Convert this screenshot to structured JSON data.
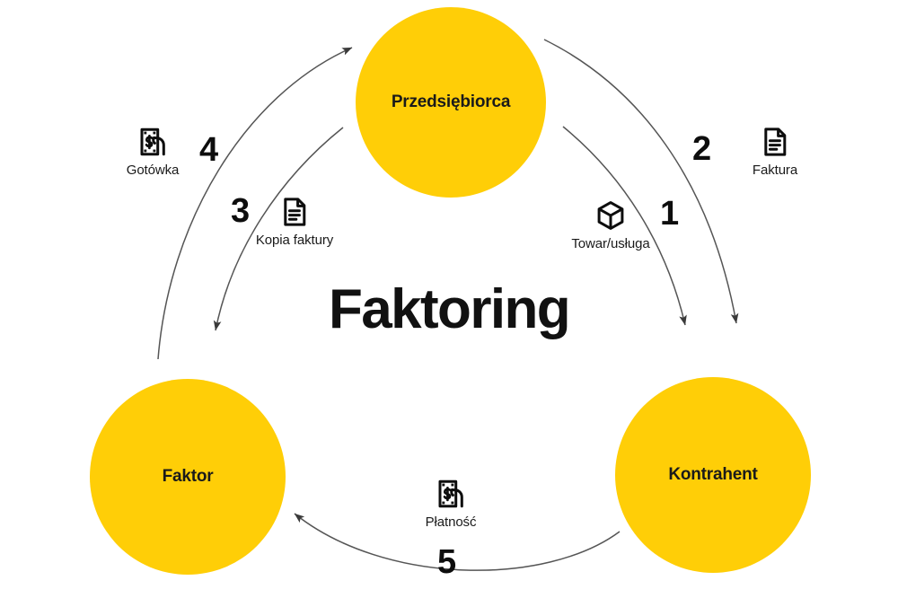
{
  "diagram": {
    "title": "Faktoring",
    "background_color": "#ffffff",
    "accent_color": "#FFCE07",
    "text_color": "#111111",
    "arc_color": "#444444"
  },
  "nodes": [
    {
      "id": "przedsiebiorca",
      "label": "Przedsiębiorca",
      "position": "top"
    },
    {
      "id": "faktor",
      "label": "Faktor",
      "position": "bottom-left"
    },
    {
      "id": "kontrahent",
      "label": "Kontrahent",
      "position": "bottom-right"
    }
  ],
  "steps": [
    {
      "number": "1",
      "caption": "Towar/usługa",
      "icon": "cube-icon",
      "from": "przedsiebiorca",
      "to": "kontrahent"
    },
    {
      "number": "2",
      "caption": "Faktura",
      "icon": "document-icon",
      "from": "przedsiebiorca",
      "to": "kontrahent"
    },
    {
      "number": "3",
      "caption": "Kopia faktury",
      "icon": "document-icon",
      "from": "przedsiebiorca",
      "to": "faktor"
    },
    {
      "number": "4",
      "caption": "Gotówka",
      "icon": "cash-hand-icon",
      "from": "faktor",
      "to": "przedsiebiorca"
    },
    {
      "number": "5",
      "caption": "Płatność",
      "icon": "cash-hand-icon",
      "from": "kontrahent",
      "to": "faktor"
    }
  ]
}
